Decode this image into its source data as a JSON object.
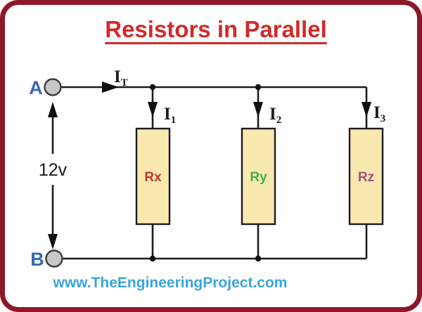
{
  "title": "Resistors in Parallel",
  "footer": "www.TheEngineeringProject.com",
  "source": {
    "voltage": "12v"
  },
  "nodes": {
    "a": "A",
    "b": "B"
  },
  "currents": {
    "total": {
      "base": "I",
      "sub": "T"
    },
    "i1": {
      "base": "I",
      "sub": "1"
    },
    "i2": {
      "base": "I",
      "sub": "2"
    },
    "i3": {
      "base": "I",
      "sub": "3"
    }
  },
  "resistors": [
    {
      "label": "Rx",
      "color": "#c0392b"
    },
    {
      "label": "Ry",
      "color": "#3cb34f"
    },
    {
      "label": "Rz",
      "color": "#a84f80"
    }
  ],
  "colors": {
    "frame_border": "#8e1728",
    "title_red": "#d22a2a",
    "footer_blue": "#3aa5d8",
    "wire_black": "#1c1c1c",
    "node_fill_gray": "#c8c8c8",
    "resistor_fill": "#f9e8af",
    "node_label_blue": "#3a68b2"
  }
}
